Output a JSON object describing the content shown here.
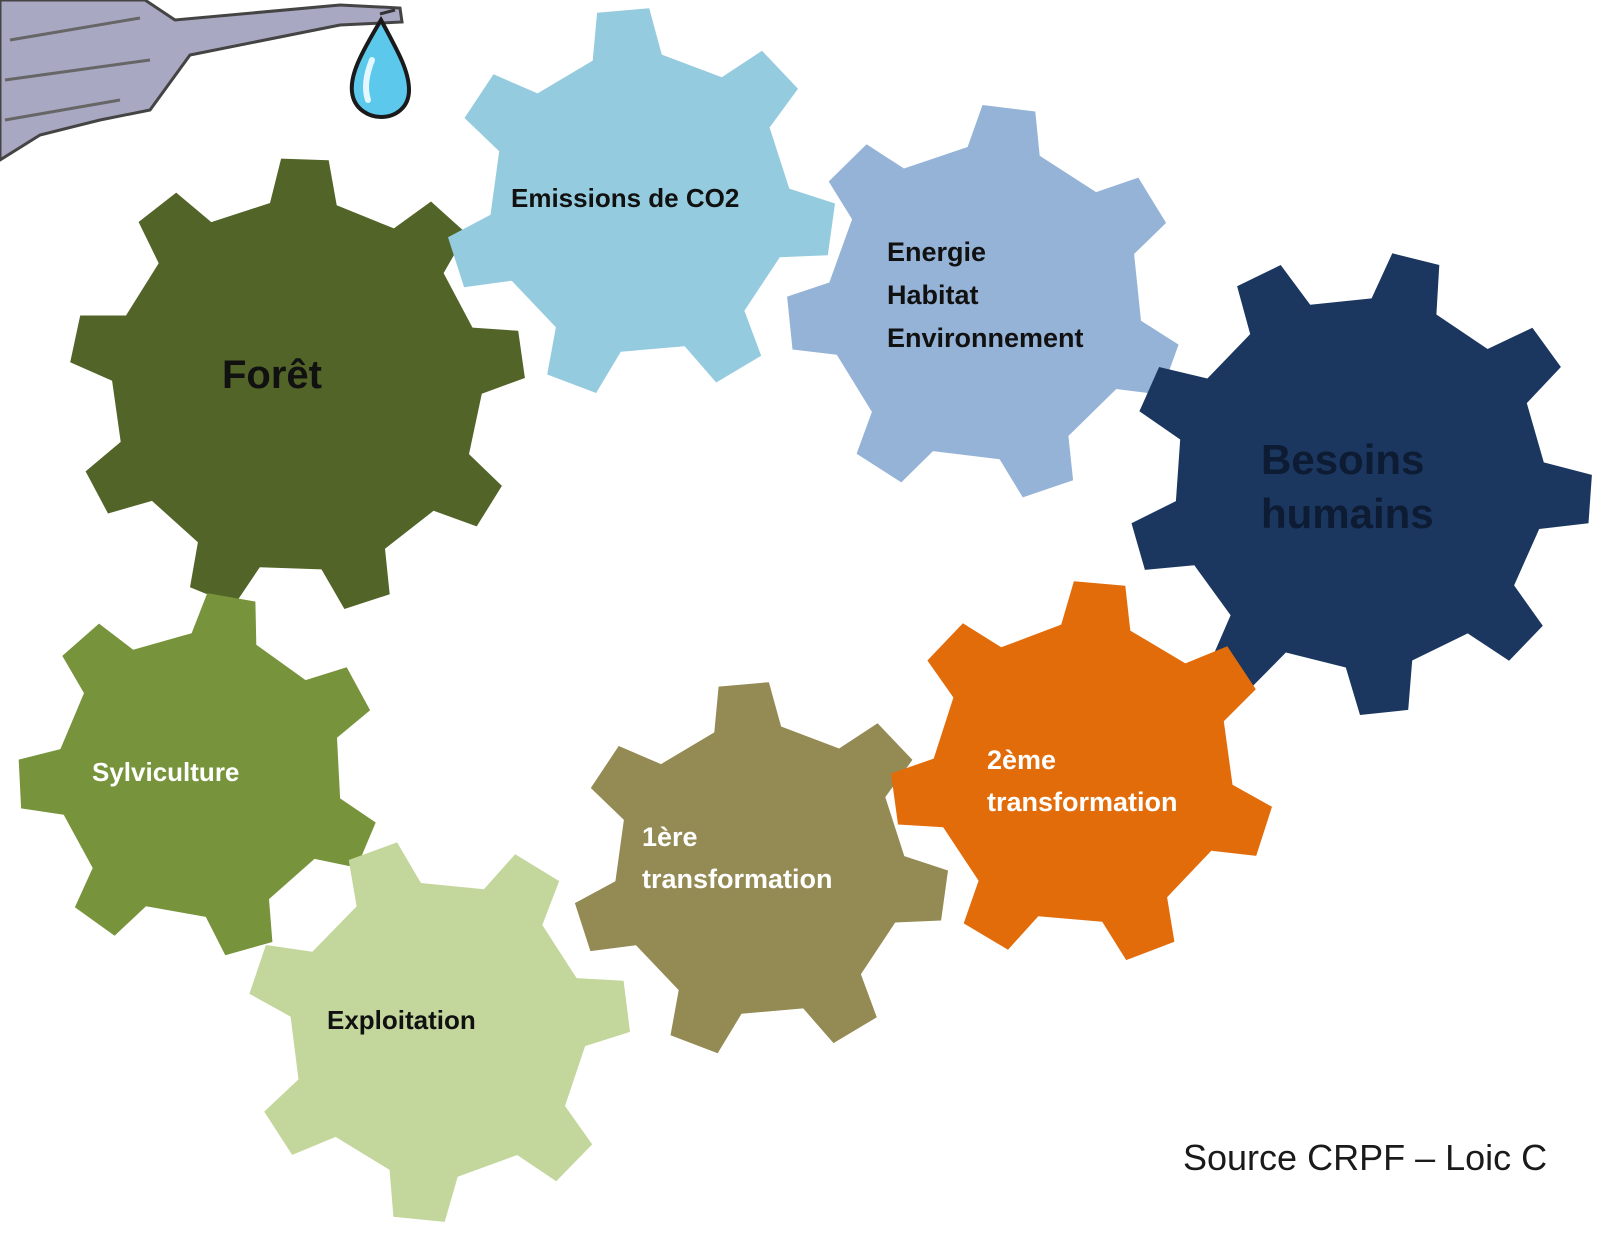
{
  "colors": {
    "foret": "#526428",
    "emissions": "#95cbde",
    "energie": "#95b3d7",
    "besoins": "#1b375f",
    "sylviculture": "#77933c",
    "exploitation": "#c3d69b",
    "premiere": "#948a54",
    "deuxieme": "#e36c0a",
    "watering_can": "#a9a8c2",
    "drop": "#5bc8ec"
  },
  "gears": {
    "foret": {
      "label": "Forêt"
    },
    "emissions": {
      "label": "Emissions de CO2"
    },
    "energie": {
      "lines": [
        "Energie",
        "Habitat",
        "Environnement"
      ]
    },
    "besoins": {
      "lines": [
        "Besoins",
        "humains"
      ]
    },
    "sylviculture": {
      "label": "Sylviculture"
    },
    "exploitation": {
      "label": "Exploitation"
    },
    "premiere": {
      "lines": [
        "1ère",
        "transformation"
      ]
    },
    "deuxieme": {
      "lines": [
        "2ème",
        "transformation"
      ]
    }
  },
  "decorations": {
    "watering_can_icon": "watering-can-icon",
    "drop_icon": "water-drop-icon"
  },
  "source": "Source CRPF – Loic C"
}
